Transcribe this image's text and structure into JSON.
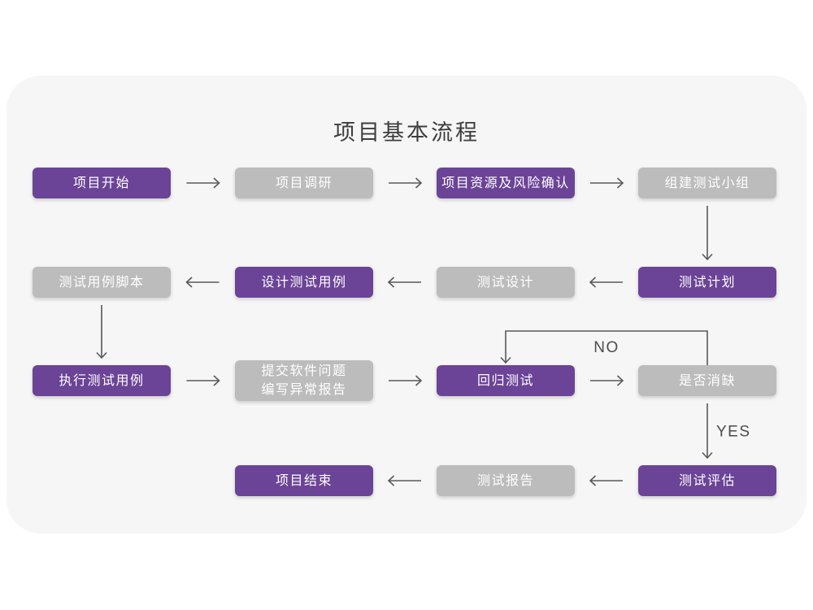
{
  "title": "项目基本流程",
  "colors": {
    "page_bg": "#FFFFFF",
    "card_bg": "#F6F6F6",
    "node_purple": "#6B4397",
    "node_gray": "#BCBCBC",
    "node_text": "#FFFFFF",
    "arrow": "#58585A",
    "title_text": "#3D3D3D",
    "branch_label_text": "#4D4D4D"
  },
  "nodes": [
    {
      "id": "project-start",
      "label": "项目开始",
      "variant": "purple",
      "col": 1,
      "row": 1
    },
    {
      "id": "project-research",
      "label": "项目调研",
      "variant": "gray",
      "col": 2,
      "row": 1
    },
    {
      "id": "resource-risk-confirmation",
      "label": "项目资源及风险确认",
      "variant": "purple",
      "col": 3,
      "row": 1
    },
    {
      "id": "build-test-team",
      "label": "组建测试小组",
      "variant": "gray",
      "col": 4,
      "row": 1
    },
    {
      "id": "test-plan",
      "label": "测试计划",
      "variant": "purple",
      "col": 4,
      "row": 2
    },
    {
      "id": "test-design",
      "label": "测试设计",
      "variant": "gray",
      "col": 3,
      "row": 2
    },
    {
      "id": "design-test-cases",
      "label": "设计测试用例",
      "variant": "purple",
      "col": 2,
      "row": 2
    },
    {
      "id": "test-case-script",
      "label": "测试用例脚本",
      "variant": "gray",
      "col": 1,
      "row": 2
    },
    {
      "id": "execute-test-cases",
      "label": "执行测试用例",
      "variant": "purple",
      "col": 1,
      "row": 3
    },
    {
      "id": "submit-issue-write-report",
      "label": "提交软件问题\n编写异常报告",
      "variant": "gray",
      "col": 2,
      "row": 3,
      "tall": true
    },
    {
      "id": "regression-test",
      "label": "回归测试",
      "variant": "purple",
      "col": 3,
      "row": 3
    },
    {
      "id": "defect-cleared",
      "label": "是否消缺",
      "variant": "gray",
      "col": 4,
      "row": 3
    },
    {
      "id": "test-evaluation",
      "label": "测试评估",
      "variant": "purple",
      "col": 4,
      "row": 4
    },
    {
      "id": "test-report",
      "label": "测试报告",
      "variant": "gray",
      "col": 3,
      "row": 4
    },
    {
      "id": "project-end",
      "label": "项目结束",
      "variant": "purple",
      "col": 2,
      "row": 4
    }
  ],
  "edges": [
    {
      "from": "project-start",
      "to": "project-research",
      "type": "h"
    },
    {
      "from": "project-research",
      "to": "resource-risk-confirmation",
      "type": "h"
    },
    {
      "from": "resource-risk-confirmation",
      "to": "build-test-team",
      "type": "h"
    },
    {
      "from": "build-test-team",
      "to": "test-plan",
      "type": "v"
    },
    {
      "from": "test-plan",
      "to": "test-design",
      "type": "h"
    },
    {
      "from": "test-design",
      "to": "design-test-cases",
      "type": "h"
    },
    {
      "from": "design-test-cases",
      "to": "test-case-script",
      "type": "h"
    },
    {
      "from": "test-case-script",
      "to": "execute-test-cases",
      "type": "v"
    },
    {
      "from": "execute-test-cases",
      "to": "submit-issue-write-report",
      "type": "h"
    },
    {
      "from": "submit-issue-write-report",
      "to": "regression-test",
      "type": "h"
    },
    {
      "from": "regression-test",
      "to": "defect-cleared",
      "type": "h"
    },
    {
      "from": "defect-cleared",
      "to": "regression-test",
      "type": "loop-top",
      "label": "NO"
    },
    {
      "from": "defect-cleared",
      "to": "test-evaluation",
      "type": "v",
      "label": "YES"
    },
    {
      "from": "test-evaluation",
      "to": "test-report",
      "type": "h"
    },
    {
      "from": "test-report",
      "to": "project-end",
      "type": "h"
    }
  ]
}
